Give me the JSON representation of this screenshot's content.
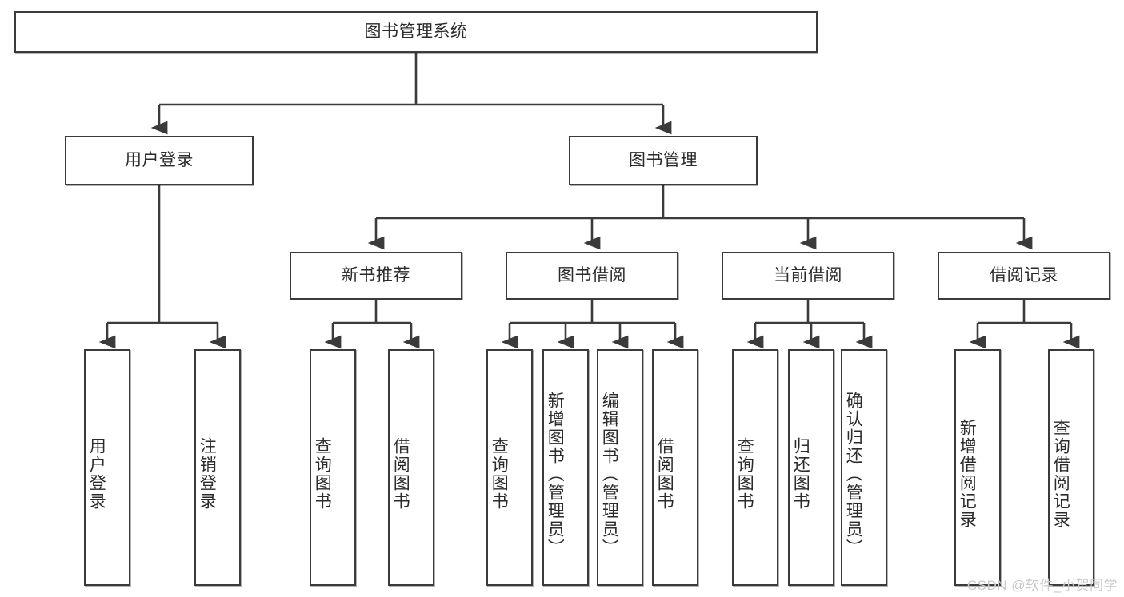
{
  "diagram": {
    "title": "图书管理系统",
    "type": "功能结构图",
    "edge_color": "#3b3b3b",
    "box_border_color": "#3b3b3b",
    "box_fill_color": "#ffffff",
    "text_color": "#2b2b2b"
  },
  "root": {
    "label": "图书管理系统"
  },
  "level2": [
    {
      "label": "用户登录"
    },
    {
      "label": "图书管理"
    }
  ],
  "level3": [
    {
      "label": "新书推荐"
    },
    {
      "label": "图书借阅"
    },
    {
      "label": "当前借阅"
    },
    {
      "label": "借阅记录"
    }
  ],
  "leaves": {
    "user_login": [
      {
        "label": "用户登录"
      },
      {
        "label": "注销登录"
      }
    ],
    "new_book": [
      {
        "label": "查询图书"
      },
      {
        "label": "借阅图书"
      }
    ],
    "book_borrow": [
      {
        "label": "查询图书"
      },
      {
        "label": "新增图书（管理员）"
      },
      {
        "label": "编辑图书（管理员）"
      },
      {
        "label": "借阅图书"
      }
    ],
    "current_borrow": [
      {
        "label": "查询图书"
      },
      {
        "label": "归还图书"
      },
      {
        "label": "确认归还（管理员）"
      }
    ],
    "borrow_record": [
      {
        "label": "新增借阅记录"
      },
      {
        "label": "查询借阅记录"
      }
    ]
  },
  "watermark": {
    "text": "CSDN @软件_小贺同学"
  }
}
